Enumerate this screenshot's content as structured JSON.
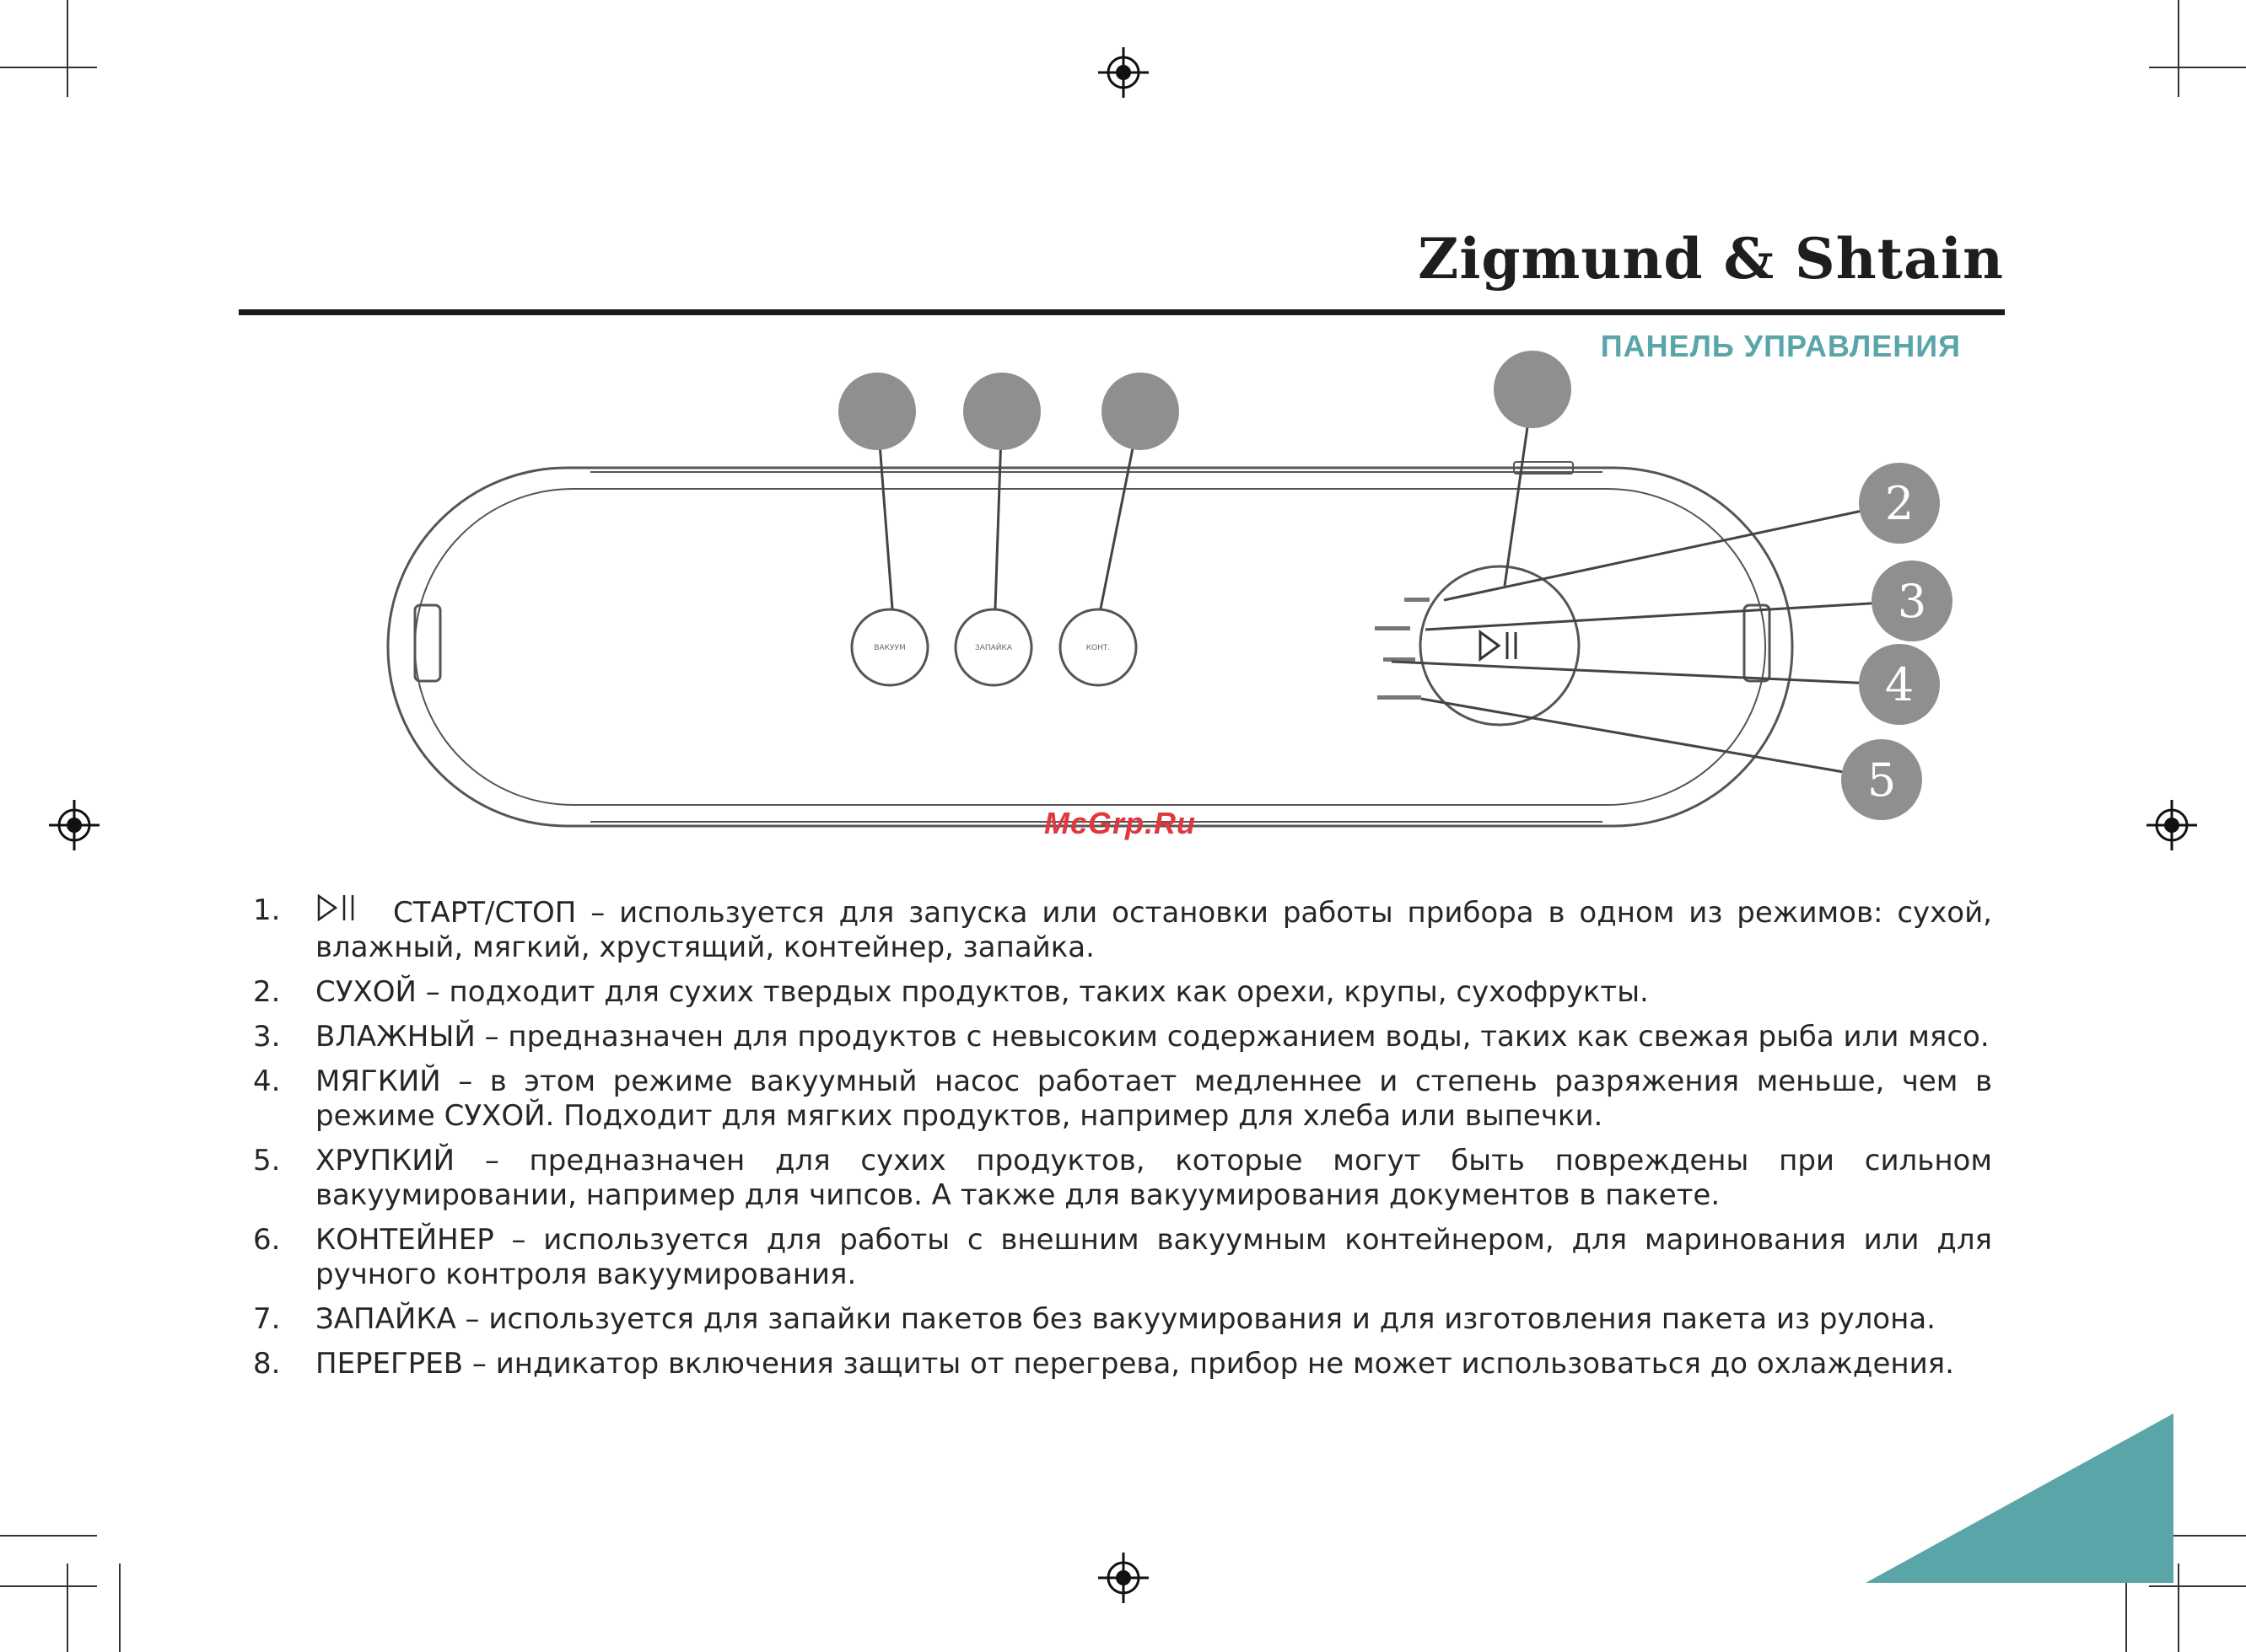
{
  "brand": {
    "logo_text": "Zigmund & Shtain"
  },
  "section": {
    "title": "ПАНЕЛЬ УПРАВЛЕНИЯ"
  },
  "watermark": "McGrp.Ru",
  "colors": {
    "accent": "#5aa5a8",
    "callout": "#8f8f8f",
    "rule": "#1b1b1b"
  },
  "diagram": {
    "callouts": [
      "2",
      "3",
      "4",
      "5"
    ],
    "play_icon": "play-pause-icon"
  },
  "features": [
    {
      "num": "1.",
      "icon": "play-pause-icon",
      "text": "СТАРТ/СТОП – используется для запуска или остановки работы прибора в одном из режимов: сухой, влажный, мягкий, хрустящий, контейнер, запайка."
    },
    {
      "num": "2.",
      "text": "СУХОЙ – подходит для сухих твердых продуктов, таких как орехи, крупы, сухофрукты."
    },
    {
      "num": "3.",
      "text": "ВЛАЖНЫЙ – предназначен для продуктов с невысоким содержанием воды, таких как свежая рыба или мясо."
    },
    {
      "num": "4.",
      "text": "МЯГКИЙ – в этом режиме вакуумный насос работает медленнее и степень разряжения меньше, чем в режиме СУХОЙ. Подходит для мягких продуктов, например для хлеба или выпечки."
    },
    {
      "num": "5.",
      "text": "ХРУПКИЙ – предназначен для сухих продуктов, которые могут быть повреждены при сильном вакуумировании, например для чипсов. А также для вакуумирования документов в пакете."
    },
    {
      "num": "6.",
      "text": "КОНТЕЙНЕР – используется для работы с внешним вакуумным контейнером, для маринования или для ручного контроля вакуумирования."
    },
    {
      "num": "7.",
      "text": "ЗАПАЙКА – используется для запайки пакетов без вакуумирования и для изготовления пакета из рулона."
    },
    {
      "num": "8.",
      "text": "ПЕРЕГРЕВ – индикатор включения защиты от перегрева, прибор не может использоваться до охлаждения."
    }
  ]
}
